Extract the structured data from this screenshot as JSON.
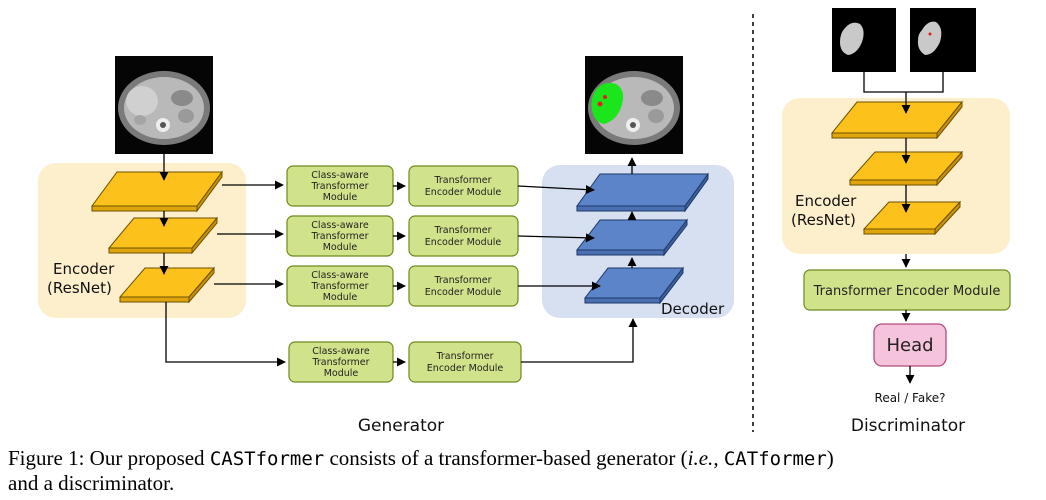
{
  "generator": {
    "encoder_label_1": "Encoder",
    "encoder_label_2": "(ResNet)",
    "decoder_label": "Decoder",
    "ca_module": [
      "Class-aware",
      "Transformer",
      "Module"
    ],
    "te_module": [
      "Transformer",
      "Encoder Module"
    ],
    "title": "Generator"
  },
  "discriminator": {
    "encoder_label_1": "Encoder",
    "encoder_label_2": "(ResNet)",
    "te_module": "Transformer Encoder Module",
    "head": "Head",
    "output": "Real / Fake?",
    "title": "Discriminator"
  },
  "caption": {
    "prefix": "Figure 1: Our proposed ",
    "name1": "CASTformer",
    "middle": " consists of a transformer-based generator (",
    "ie": "i.e.",
    "comma": ", ",
    "name2": "CATformer",
    "end": ")",
    "line2": "and a discriminator."
  },
  "colors": {
    "encoder_bg": "#fdefcc",
    "decoder_bg": "#d6e0f0",
    "yellow_layer": "#fcc21b",
    "blue_layer": "#5b84c9",
    "module_fill": "#d1e38a",
    "module_stroke": "#6c8a1f",
    "head_fill": "#f6c3dc",
    "head_stroke": "#b04c7c",
    "segmentation": "#1be51b"
  }
}
